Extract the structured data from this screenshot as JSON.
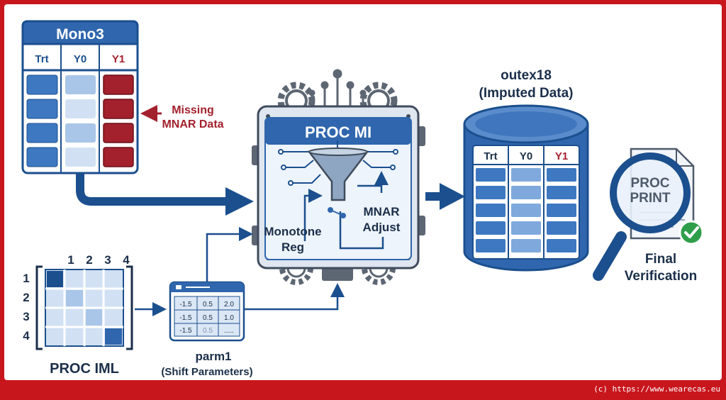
{
  "colors": {
    "frame_red": "#c8161d",
    "navy": "#1b4f8e",
    "steel": "#2f66ad",
    "light_blue": "#cfe0f3",
    "missing_red": "#a3202d",
    "check_green": "#2f9e4a",
    "gear_gray": "#5d6673"
  },
  "mono3": {
    "title": "Mono3",
    "columns": [
      "Trt",
      "Y0",
      "Y1"
    ]
  },
  "missing_label": {
    "line1": "Missing",
    "line2": "MNAR Data"
  },
  "proc_mi": {
    "title": "PROC MI",
    "monotone_line1": "Monotone",
    "monotone_line2": "Reg",
    "mnar_line1": "MNAR",
    "mnar_line2": "Adjust"
  },
  "outex18": {
    "title_line1": "outex18",
    "title_line2": "(Imputed Data)",
    "columns": [
      "Trt",
      "Y0",
      "Y1"
    ]
  },
  "proc_print": {
    "line1": "PROC",
    "line2": "PRINT",
    "caption_line1": "Final",
    "caption_line2": "Verification"
  },
  "proc_iml": {
    "label": "PROC IML",
    "col_numbers": [
      "1",
      "2",
      "3",
      "4"
    ],
    "row_numbers": [
      "1",
      "2",
      "3",
      "4"
    ]
  },
  "parm1": {
    "title": "parm1",
    "subtitle": "(Shift Parameters)",
    "rows": [
      [
        "-1.5",
        "0.5",
        "2.0"
      ],
      [
        "-1.5",
        "0.5",
        "1.0"
      ],
      [
        "-1.5",
        "0.5",
        "....."
      ]
    ]
  },
  "footer": {
    "credit": "(c) https://www.wearecas.eu"
  }
}
